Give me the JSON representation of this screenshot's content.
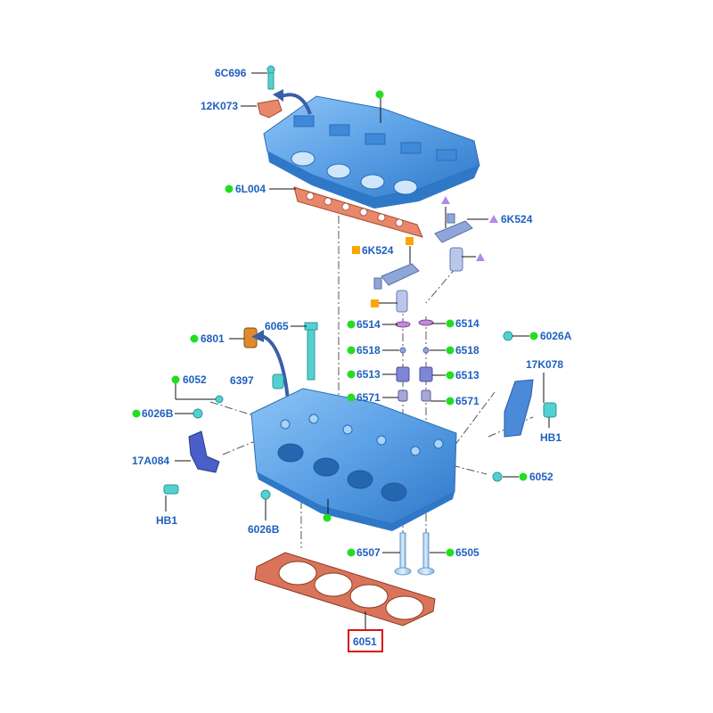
{
  "colors": {
    "label": "#1f5fbf",
    "green_marker": "#22dd22",
    "orange_marker": "#ffa500",
    "purple_marker": "#b088ee",
    "highlight_box": "#dd1111",
    "part_blue": "#5aa0e6",
    "gasket": "#d9745a"
  },
  "labels": {
    "l_6c696": "6C696",
    "l_12k073": "12K073",
    "l_6l004": "6L004",
    "l_6k524_right": "6K524",
    "l_6k524_left": "6K524",
    "l_6514_left": "6514",
    "l_6514_right": "6514",
    "l_6518_left": "6518",
    "l_6518_right": "6518",
    "l_6513_left": "6513",
    "l_6513_right": "6513",
    "l_6571_left": "6571",
    "l_6571_right": "6571",
    "l_6801": "6801",
    "l_6065": "6065",
    "l_6026a": "6026A",
    "l_17k078": "17K078",
    "l_hb1_right": "HB1",
    "l_6052_left": "6052",
    "l_6397": "6397",
    "l_6026b_left": "6026B",
    "l_17a084": "17A084",
    "l_hb1_left": "HB1",
    "l_6026b_bottom": "6026B",
    "l_6052_right": "6052",
    "l_6507": "6507",
    "l_6505": "6505",
    "l_6051": "6051"
  }
}
